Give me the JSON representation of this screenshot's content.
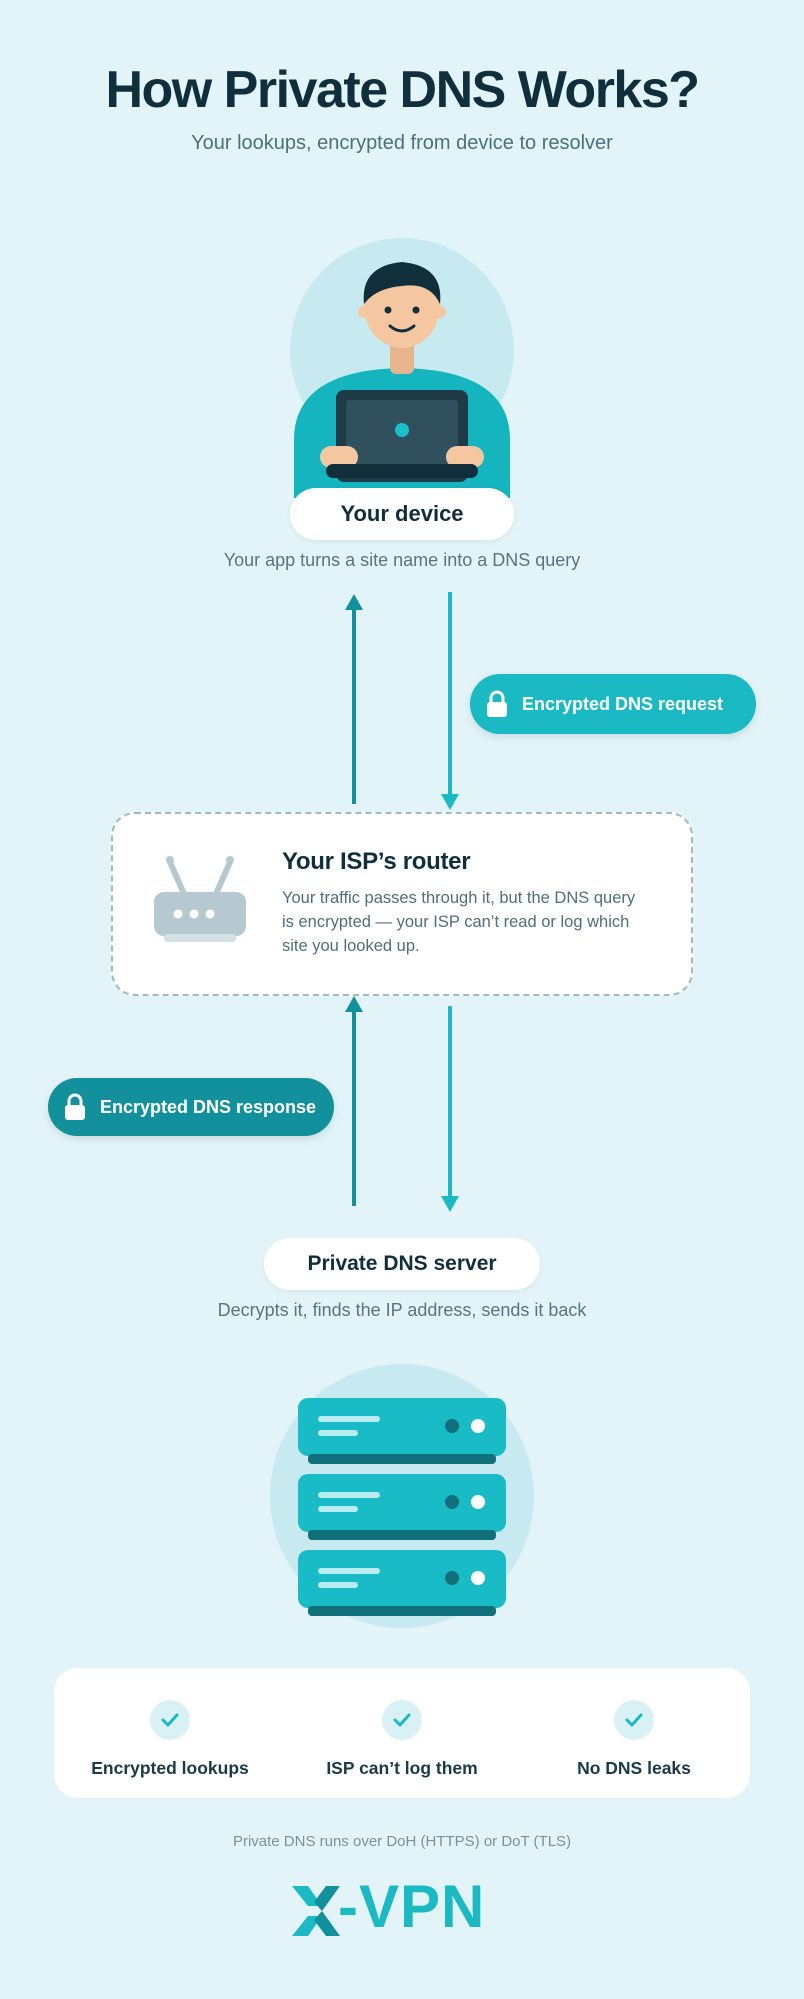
{
  "header": {
    "title": "How Private DNS Works?",
    "subtitle": "Your lookups, encrypted from device to resolver"
  },
  "device": {
    "label": "Your device",
    "caption": "Your app turns a site name into a DNS query"
  },
  "request_badge": {
    "label": "Encrypted DNS request",
    "icon": "lock-icon"
  },
  "router": {
    "title": "Your ISP’s router",
    "description": "Your traffic passes through it, but the DNS query is encrypted — your ISP can’t read or log which site you looked up."
  },
  "response_badge": {
    "label": "Encrypted DNS response",
    "icon": "lock-icon"
  },
  "server": {
    "label": "Private DNS server",
    "caption": "Decrypts it, finds the IP address, sends it back"
  },
  "features": [
    {
      "label": "Encrypted lookups",
      "icon": "check-icon"
    },
    {
      "label": "ISP can’t log them",
      "icon": "check-icon"
    },
    {
      "label": "No DNS leaks",
      "icon": "check-icon"
    }
  ],
  "footnote": "Private DNS runs over DoH (HTTPS) or DoT (TLS)",
  "brand": {
    "logo_text": "-VPN"
  },
  "colors": {
    "background": "#e2f4f8",
    "accent": "#1bb9c3",
    "accent_dark": "#12909b",
    "text_dark": "#0f2f3c",
    "text_muted": "#4f6f7a"
  }
}
